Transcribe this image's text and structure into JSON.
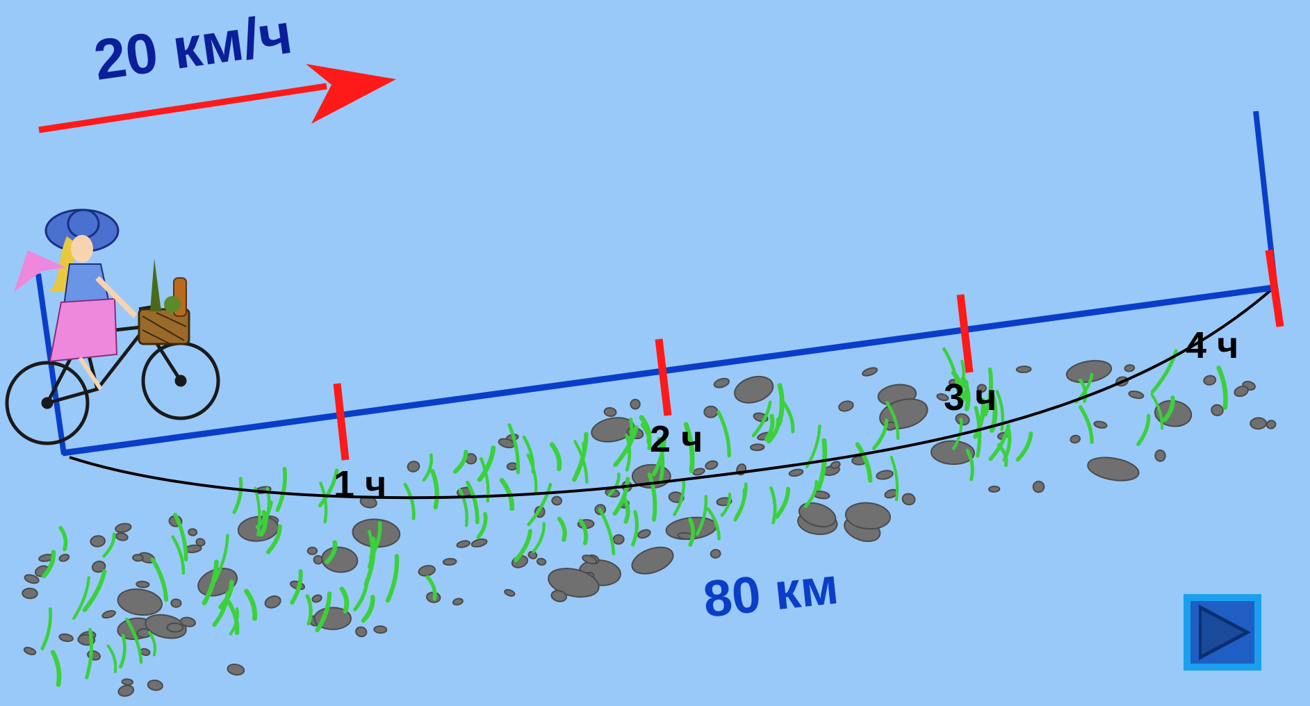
{
  "speed_label": "20 км/ч",
  "distance_label": "80 км",
  "hour_labels": [
    "1 ч",
    "2 ч",
    "3 ч",
    "4 ч"
  ],
  "colors": {
    "background": "#99c9f9",
    "road_line": "#0a3ec8",
    "hour_tick": "#ff1a1a",
    "speed_arrow": "#ff1a1a",
    "speed_text": "#0a1f99",
    "distance_text": "#0a3ec8",
    "grass": "#3ad13a",
    "stone": "#707070",
    "next_button": "#1aa0ee"
  },
  "icons": {
    "cyclist": "girl-on-bicycle-picture",
    "next": "play-arrow-icon"
  }
}
